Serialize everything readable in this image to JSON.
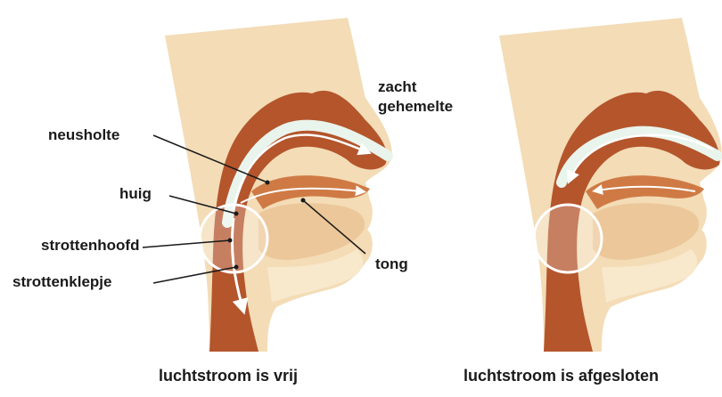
{
  "labels": {
    "zacht_gehemelte_line1": "zacht",
    "zacht_gehemelte_line2": "gehemelte",
    "neusholte": "neusholte",
    "huig": "huig",
    "strottenhoofd": "strottenhoofd",
    "strottenklepje": "strottenklepje",
    "tong": "tong"
  },
  "captions": {
    "left": "luchtstroom is vrij",
    "right": "luchtstroom is afgesloten"
  },
  "colors": {
    "skin": "#f3dcb6",
    "skin_light": "#f8e8cc",
    "tissue_dark": "#b4552c",
    "tissue_mid": "#cf7a45",
    "cavity_light": "#ecc79a",
    "airflow": "#e9f4ec",
    "leader_line": "#1a1a1a"
  }
}
